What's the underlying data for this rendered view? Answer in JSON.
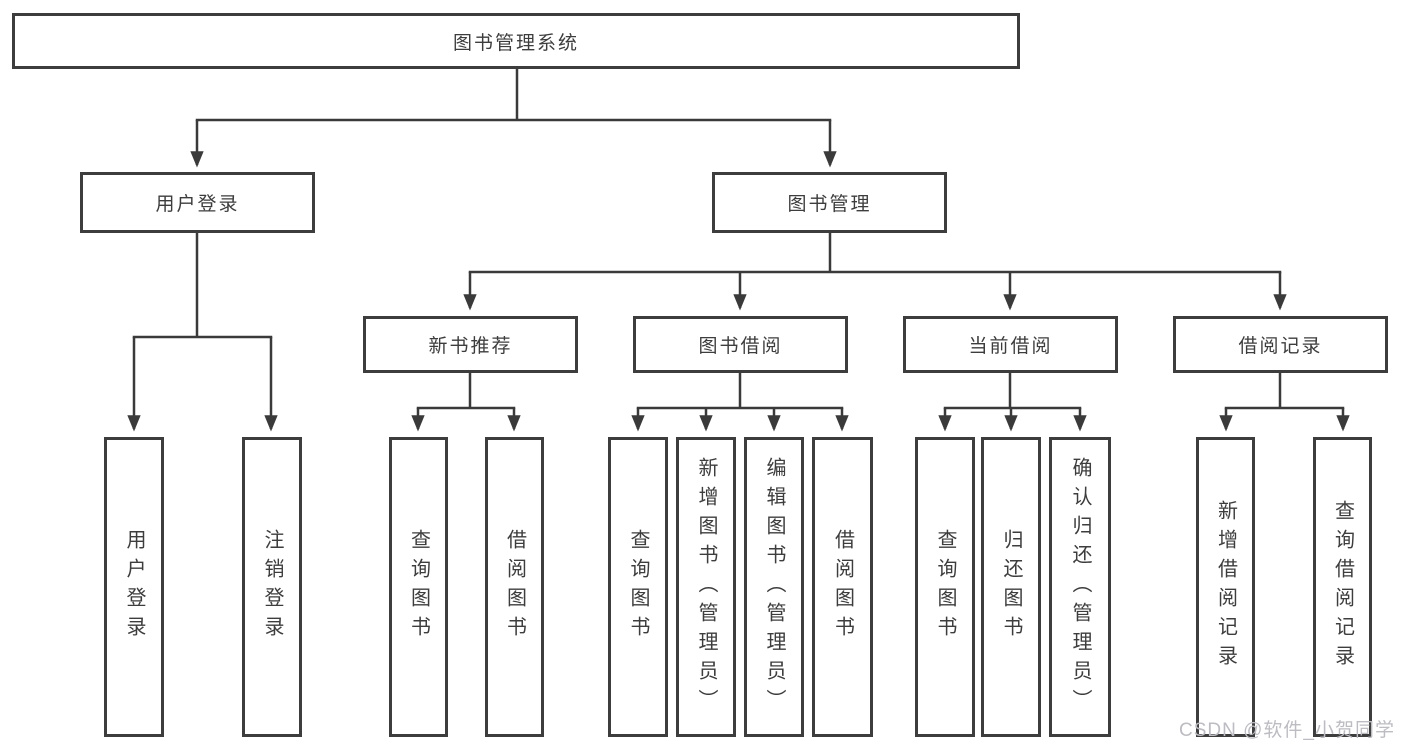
{
  "diagram": {
    "title": "图书管理系统",
    "level2": {
      "user_login": "用户登录",
      "book_management": "图书管理"
    },
    "level3": {
      "new_book_recommend": "新书推荐",
      "book_borrow": "图书借阅",
      "current_borrow": "当前借阅",
      "borrow_record": "借阅记录"
    },
    "leaves": {
      "user_login": [
        "用户登录",
        "注销登录"
      ],
      "new_book_recommend": [
        "查询图书",
        "借阅图书"
      ],
      "book_borrow": [
        "查询图书",
        "新增图书（管理员）",
        "编辑图书（管理员）",
        "借阅图书"
      ],
      "current_borrow": [
        "查询图书",
        "归还图书",
        "确认归还（管理员）"
      ],
      "borrow_record": [
        "新增借阅记录",
        "查询借阅记录"
      ]
    }
  },
  "watermark": {
    "text": "CSDN @软件_小贺同学"
  },
  "colors": {
    "line": "#3a3a3a",
    "box_border": "#3d3d3d",
    "text": "#3d3d3d",
    "background": "#ffffff",
    "watermark": "#bcbcc2"
  }
}
